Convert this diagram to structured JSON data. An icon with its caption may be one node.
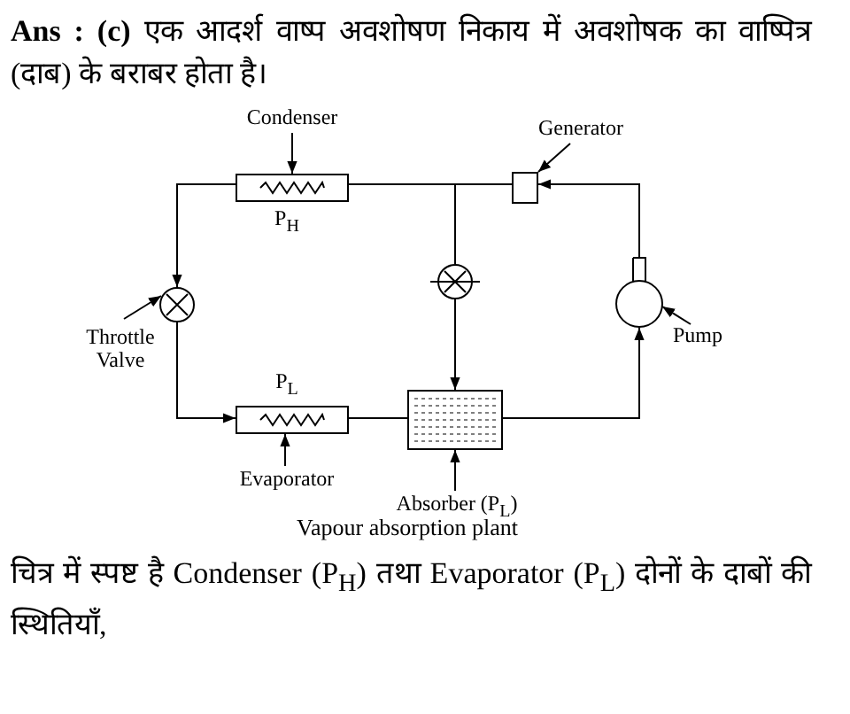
{
  "diagram": {
    "caption": "Vapour absorption plant",
    "nodes": [
      {
        "text": [],
        "shape": "box",
        "beside": [
          "P$_{H}$"
        ]
      },
      {
        "text": [
          "Condenser"
        ]
      },
      {
        "text": [],
        "shape": "box"
      },
      {
        "text": [
          "Generator"
        ]
      },
      {
        "text": [],
        "shape": "circle"
      },
      {
        "text": [
          "Throttle Valve"
        ]
      },
      {
        "text": [],
        "shape": "circle"
      },
      {
        "text": [],
        "shape": "circle"
      },
      {
        "text": [
          "Pump"
        ]
      },
      {
        "text": [],
        "shape": "box",
        "beside": [
          "P$_{L}$"
        ]
      },
      {
        "text": [
          "Evaporator"
        ]
      },
      {
        "text": [],
        "shape": "box"
      },
      {
        "text": [
          "Absorber (P$_{L}$)"
        ]
      }
    ],
    "edges": [
      {
        "from": 7,
        "to": 2,
        "arrow": "to"
      },
      {
        "from": 2,
        "to": 0,
        "arrow": "none"
      },
      {
        "from": 2,
        "to": 6,
        "arrow": "none"
      },
      {
        "from": 0,
        "to": 4,
        "arrow": "to"
      },
      {
        "from": 4,
        "to": 9,
        "arrow": "to"
      },
      {
        "from": 9,
        "to": 11,
        "arrow": "none"
      },
      {
        "from": 6,
        "to": 11,
        "arrow": "to"
      },
      {
        "from": 11,
        "to": 7,
        "arrow": "to"
      },
      {
        "from": 1,
        "to": 0,
        "arrow": "to"
      },
      {
        "from": 3,
        "to": 2,
        "arrow": "to"
      },
      {
        "from": 5,
        "to": 4,
        "arrow": "to"
      },
      {
        "from": 8,
        "to": 7,
        "arrow": "to"
      },
      {
        "from": 10,
        "to": 9,
        "arrow": "to"
      },
      {
        "from": 12,
        "to": 11,
        "arrow": "to"
      }
    ],
    "labels": [
      "**Ans : (c)** एक आदर्श वाष्प अवशोषण निकाय में अवशोषक का वाष्पित्र (दाब) के बराबर होता है।",
      "चित्र में स्पष्ट है Condenser (P$_{H}$) तथा Evaporator (P$_{L}$) दोनों के दाबों की स्थितियाँ,"
    ]
  }
}
